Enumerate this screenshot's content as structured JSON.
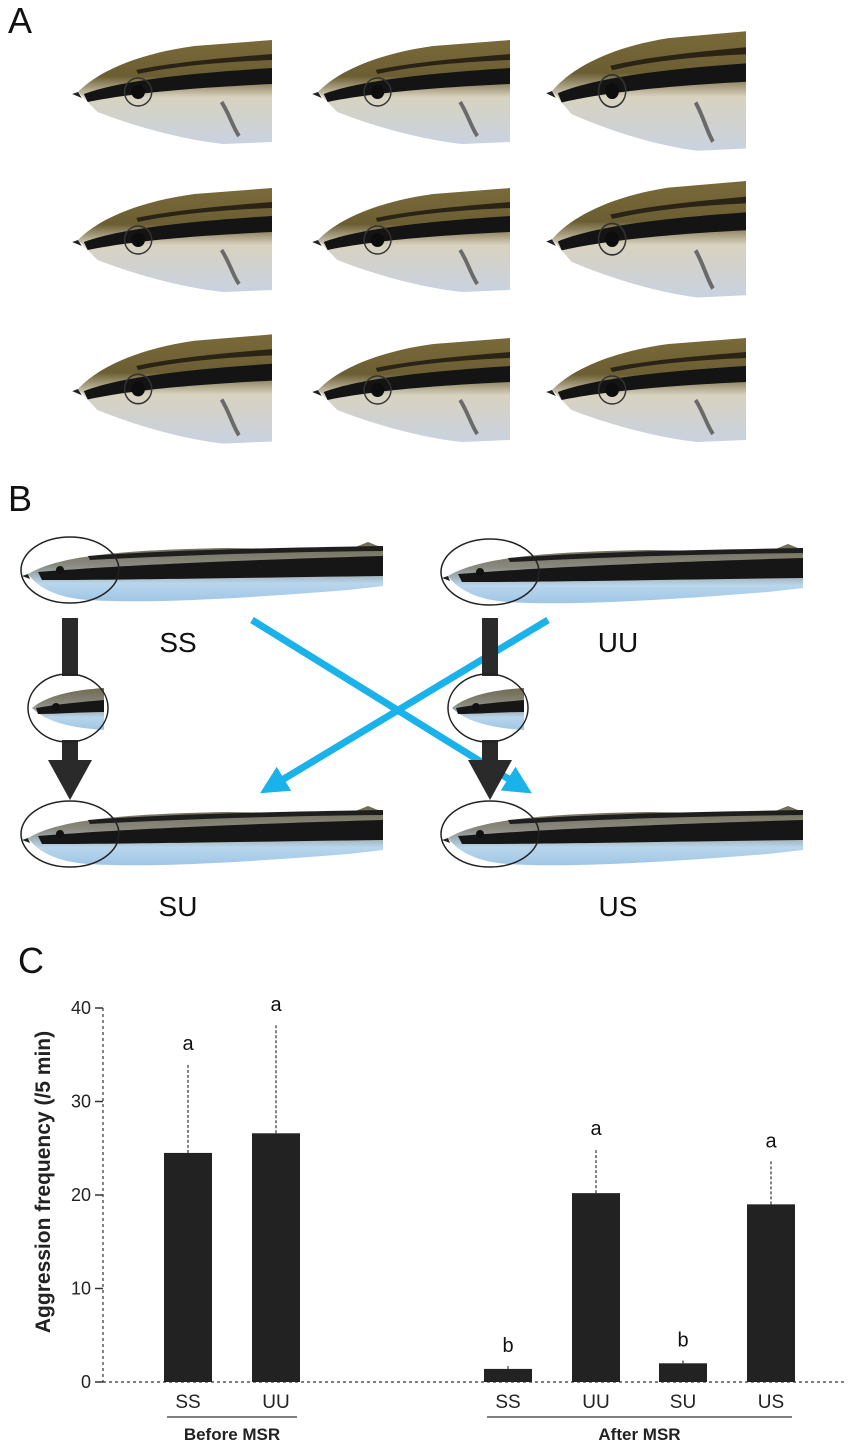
{
  "panels": {
    "a": "A",
    "b": "B",
    "c": "C"
  },
  "diagram": {
    "labels": [
      "SS",
      "UU",
      "SU",
      "US"
    ]
  },
  "colors": {
    "bar": "#222222",
    "arrow_dark": "#2a2a2a",
    "arrow_blue": "#19b2ea"
  },
  "chart_data": {
    "type": "bar",
    "ylabel": "Aggression frequency (/5 min)",
    "ylim": [
      0,
      40
    ],
    "yticks": [
      0,
      10,
      20,
      30,
      40
    ],
    "groups": [
      {
        "label": "Before MSR",
        "bars": [
          {
            "category": "SS",
            "value": 24.5,
            "error": 9.5,
            "letter": "a"
          },
          {
            "category": "UU",
            "value": 26.6,
            "error": 11.6,
            "letter": "a"
          }
        ]
      },
      {
        "label": "After MSR",
        "bars": [
          {
            "category": "SS",
            "value": 1.4,
            "error": 0.3,
            "letter": "b"
          },
          {
            "category": "UU",
            "value": 20.2,
            "error": 4.7,
            "letter": "a"
          },
          {
            "category": "SU",
            "value": 2.0,
            "error": 0.3,
            "letter": "b"
          },
          {
            "category": "US",
            "value": 19.0,
            "error": 4.6,
            "letter": "a"
          }
        ]
      }
    ]
  }
}
